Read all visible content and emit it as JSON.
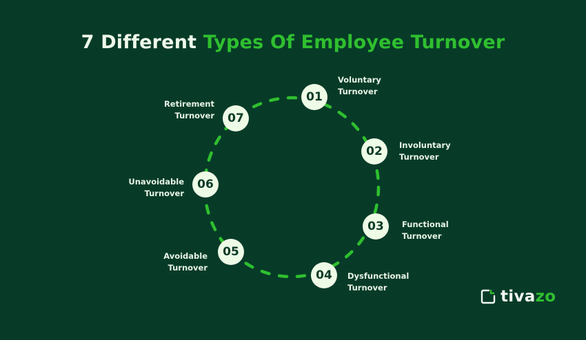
{
  "title": {
    "part1": "7 Different",
    "part2": "Types Of Employee Turnover"
  },
  "colors": {
    "background": "#073b28",
    "accent": "#2fbf2f",
    "node_fill": "#eefbe6",
    "text": "#e8f3e6"
  },
  "items": [
    {
      "num": "01",
      "line1": "Voluntary",
      "line2": "Turnover"
    },
    {
      "num": "02",
      "line1": "Involuntary",
      "line2": "Turnover"
    },
    {
      "num": "03",
      "line1": "Functional",
      "line2": "Turnover"
    },
    {
      "num": "04",
      "line1": "Dysfunctional",
      "line2": "Turnover"
    },
    {
      "num": "05",
      "line1": "Avoidable",
      "line2": "Turnover"
    },
    {
      "num": "06",
      "line1": "Unavoidable",
      "line2": "Turnover"
    },
    {
      "num": "07",
      "line1": "Retirement",
      "line2": "Turnover"
    }
  ],
  "logo": {
    "text_main": "tiva",
    "text_accent": "zo",
    "icon": "tivazo-logo-icon"
  }
}
